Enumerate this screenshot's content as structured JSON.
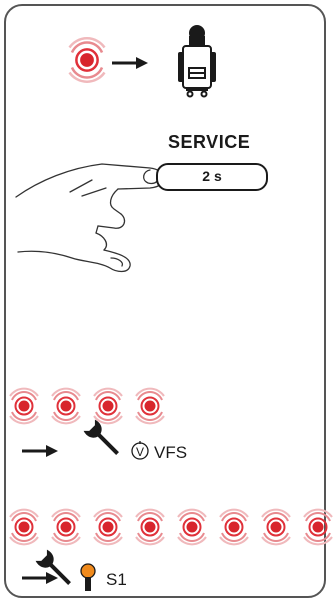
{
  "service_panel": {
    "service_label": "SERVICE",
    "duration_label": "2 s"
  },
  "vfs_row": {
    "label": "VFS",
    "led_count": 4
  },
  "s1_row": {
    "label": "S1",
    "led_count": 8
  },
  "colors": {
    "led_red": "#d8252c",
    "ring_red": "#e0313a",
    "sensor_orange": "#f08a1c",
    "outline": "#1a1a1a",
    "frame": "#555555"
  },
  "icons": [
    "blinking-led-icon",
    "arrow-right-icon",
    "control-unit-icon",
    "finger-press-icon",
    "wrench-icon",
    "valve-symbol-icon",
    "temperature-sensor-icon"
  ]
}
